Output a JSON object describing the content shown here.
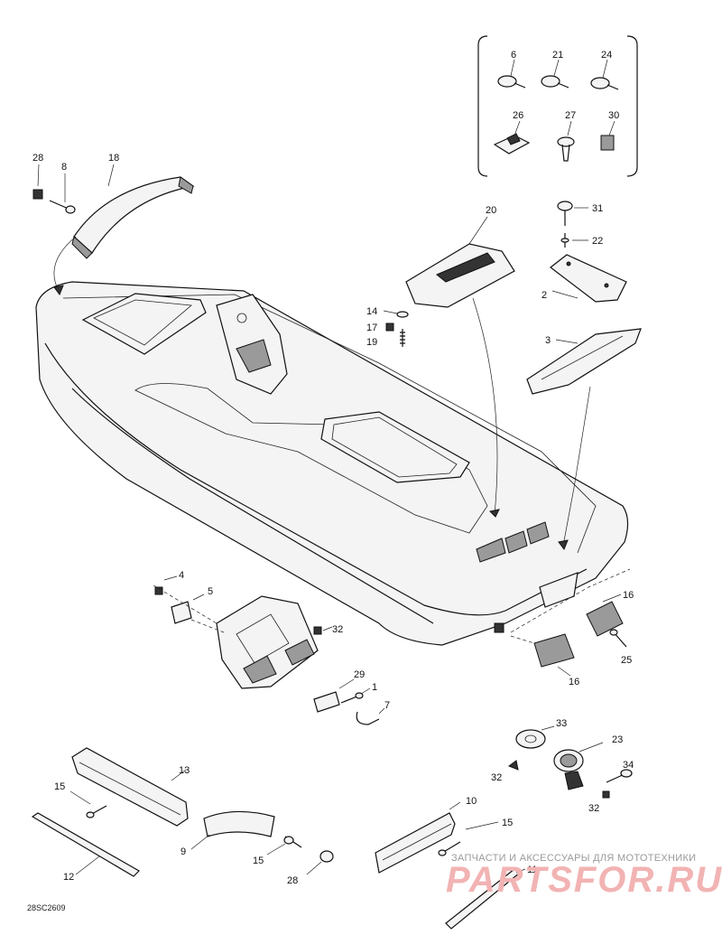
{
  "diagram": {
    "reference_code": "28SC2609",
    "watermark": {
      "subtitle": "ЗАПЧАСТИ И АКСЕССУАРЫ ДЛЯ МОТОТЕХНИКИ",
      "brand": "PARTSFOR.RU"
    },
    "labels": {
      "p1": "1",
      "p2": "2",
      "p3": "3",
      "p4": "4",
      "p5": "5",
      "p6": "6",
      "p7": "7",
      "p8": "8",
      "p9": "9",
      "p10": "10",
      "p11": "11",
      "p12": "12",
      "p13": "13",
      "p14": "14",
      "p15a": "15",
      "p15b": "15",
      "p15c": "15",
      "p16a": "16",
      "p16b": "16",
      "p17": "17",
      "p18": "18",
      "p19": "19",
      "p20": "20",
      "p21": "21",
      "p22": "22",
      "p23": "23",
      "p24": "24",
      "p25": "25",
      "p26": "26",
      "p27": "27",
      "p28a": "28",
      "p28b": "28",
      "p29": "29",
      "p30": "30",
      "p31": "31",
      "p32a": "32",
      "p32b": "32",
      "p32c": "32",
      "p33": "33",
      "p34": "34"
    }
  }
}
